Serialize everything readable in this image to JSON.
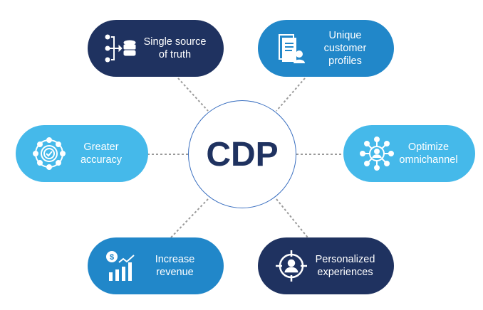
{
  "center": {
    "label": "CDP"
  },
  "nodes": [
    {
      "label_line1": "Single source",
      "label_line2": "of truth",
      "icon": "data-merge-database-icon",
      "color": "#1f3260"
    },
    {
      "label_line1": "Unique customer",
      "label_line2": "profiles",
      "icon": "documents-profile-icon",
      "color": "#2187c9"
    },
    {
      "label_line1": "Greater",
      "label_line2": "accuracy",
      "icon": "gear-check-icon",
      "color": "#45b9ea"
    },
    {
      "label_line1": "Optimize",
      "label_line2": "omnichannel",
      "icon": "user-network-icon",
      "color": "#45b9ea"
    },
    {
      "label_line1": "Increase",
      "label_line2": "revenue",
      "icon": "revenue-chart-icon",
      "color": "#2187c9"
    },
    {
      "label_line1": "Personalized",
      "label_line2": "experiences",
      "icon": "target-user-icon",
      "color": "#1f3260"
    }
  ]
}
